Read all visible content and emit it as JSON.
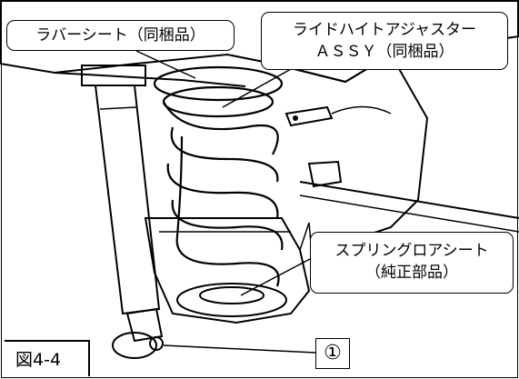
{
  "callouts": {
    "rubber_sheet": "ラバーシート（同梱品）",
    "ride_height_adjuster_line1": "ライドハイトアジャスター",
    "ride_height_adjuster_line2": "ＡＳＳＹ（同梱品）",
    "spring_lower_seat_line1": "スプリングロアシート",
    "spring_lower_seat_line2": "（純正部品）",
    "marker": "①"
  },
  "figure_label": "図4-4"
}
